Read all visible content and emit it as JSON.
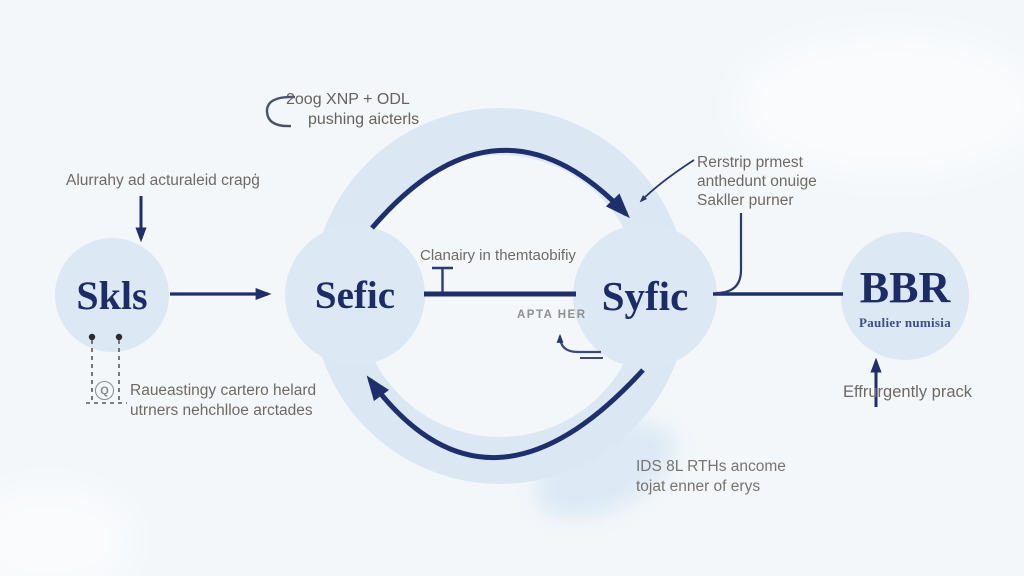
{
  "diagram": {
    "type": "cycle-flow-diagram",
    "colors": {
      "background": "#f3f7fa",
      "bubble": "#dce8f3",
      "ring": "#dbe7f3",
      "arrow_navy": "#1e2f6b",
      "label_navy": "#1d2c66",
      "note_gray": "#6f6a64"
    },
    "nodes": {
      "skls": {
        "label": "Skls"
      },
      "sefic": {
        "label": "Sefic"
      },
      "syfic": {
        "label": "Syfic"
      },
      "bbr": {
        "label": "BBR",
        "sublabel": "Paulier numisia"
      }
    },
    "notes": {
      "top": {
        "line1": "2oog XNP + ODL",
        "line2": "pushing aicterls"
      },
      "upper_left": "Alurrahy ad acturaleid crapģ",
      "upper_right": {
        "line1": "Rerstrip prmest",
        "line2": "anthedunt onuige",
        "line3": "Sakller purner"
      },
      "center": "Clanairy in themtaobifiy",
      "center_small": "APTA HER",
      "lower_left": {
        "line1": "Raueastingy cartero helard",
        "line2": "utrners nehchlloe arctades"
      },
      "lower_right": {
        "line1": "IDS 8L RTHs ancome",
        "line2": "tojat enner of erys"
      },
      "right": "Effrurgently prack",
      "q_badge": "Q"
    }
  }
}
